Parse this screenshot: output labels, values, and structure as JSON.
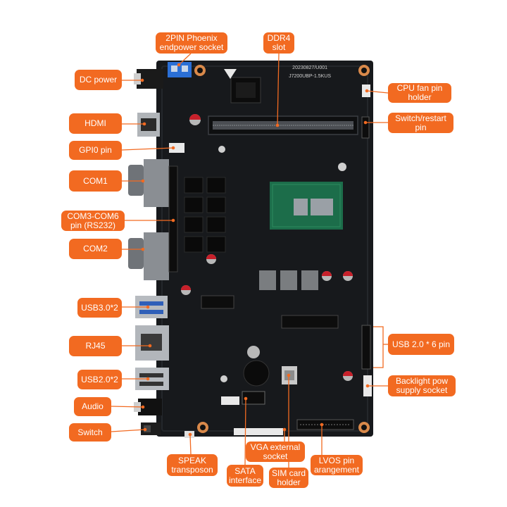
{
  "callouts": {
    "phoenix": "2PIN Phoenix\nendpower socket",
    "ddr4": "DDR4\nslot",
    "dc_power": "DC power",
    "hdmi": "HDMI",
    "gpio": "GPI0 pin",
    "com1": "COM1",
    "com3_6": "COM3-COM6\npin (RS232)",
    "com2": "COM2",
    "usb3": "USB3.0*2",
    "rj45": "RJ45",
    "usb2_left": "USB2.0*2",
    "audio": "Audio",
    "switch": "Switch",
    "speak": "SPEAK\ntransposon",
    "sata": "SATA\ninterface",
    "vga": "VGA external\nsocket",
    "sim": "SIM card\nholder",
    "lvds": "LVOS pin\narangement",
    "cpu_fan": "CPU fan pin\nholder",
    "switch_restart": "Switch/restart\npin",
    "usb2_6": "USB 2.0 * 6 pin",
    "backlight": "Backlight pow\nsupply socket"
  },
  "board_text": {
    "model": "J7200UBP-1.5KUS",
    "date": "20230827/U001"
  },
  "colors": {
    "callout": "#f26a21",
    "board": "#17191c",
    "leader": "#f26a21"
  }
}
